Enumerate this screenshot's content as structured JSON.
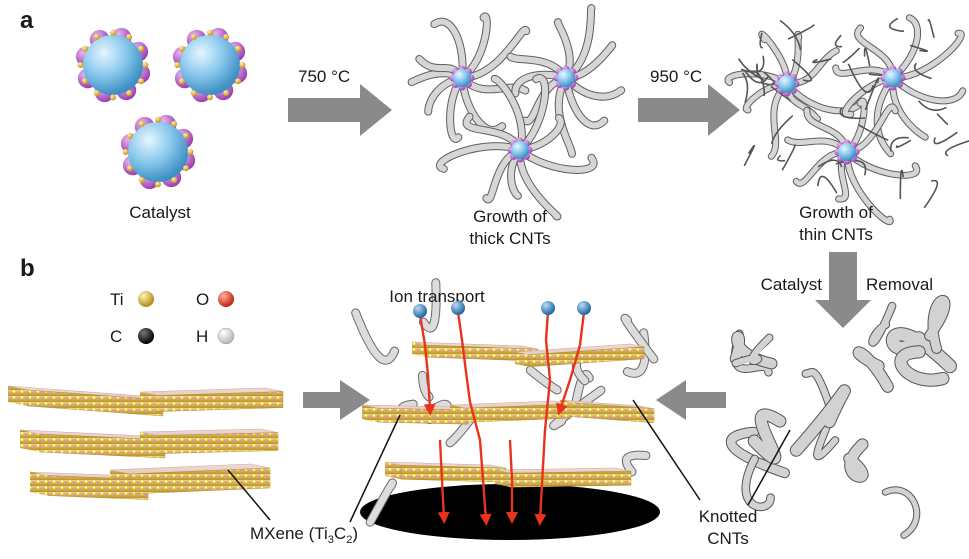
{
  "panels": {
    "a": "a",
    "b": "b"
  },
  "steps": {
    "catalyst": "Catalyst",
    "temp1": "750 °C",
    "thick_line1": "Growth of",
    "thick_line2": "thick CNTs",
    "temp2": "950 °C",
    "thin_line1": "Growth of",
    "thin_line2": "thin CNTs",
    "removal_left": "Catalyst",
    "removal_right": "Removal"
  },
  "legend": {
    "ti": "Ti",
    "o": "O",
    "c": "C",
    "h": "H",
    "colors": {
      "ti": "#d9b233",
      "o": "#e8341c",
      "c": "#111111",
      "h": "#eeeeee"
    }
  },
  "labels": {
    "ion_transport": "Ion transport",
    "mxene_prefix": "MXene (Ti",
    "mxene_sub1": "3",
    "mxene_mid": "C",
    "mxene_sub2": "2",
    "mxene_suffix": ")",
    "knotted_line1": "Knotted",
    "knotted_line2": "CNTs"
  },
  "colors": {
    "catalyst_core": "#7ec3ea",
    "catalyst_shell": "#b45fc1",
    "catalyst_dots": "#e7b53a",
    "arrow": "#8a8a8a",
    "cnt": "#bdbdbd",
    "ion": "#2f7fc1",
    "ion_path": "#e8341c",
    "mxene_top": "#e6c6c0",
    "mxene_side": "#e0c14d"
  }
}
